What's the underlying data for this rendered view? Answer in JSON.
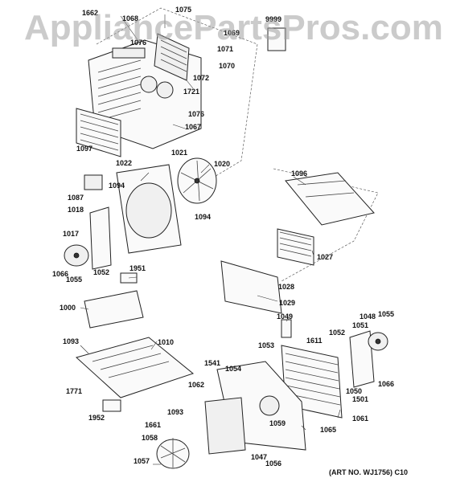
{
  "watermark": "AppliancePartsPros.com",
  "art_number": "(ART NO. WJ1756) C10",
  "colors": {
    "line": "#222222",
    "background": "#ffffff",
    "watermark": "#a0a0a0"
  },
  "part_labels": [
    "1662",
    "1068",
    "1075",
    "9999",
    "1069",
    "1076",
    "1071",
    "1070",
    "1072",
    "1721",
    "1076",
    "1067",
    "1097",
    "1021",
    "1020",
    "1022",
    "1094",
    "1087",
    "1096",
    "1018",
    "1094",
    "1017",
    "1066",
    "1027",
    "1055",
    "1052",
    "1951",
    "1028",
    "1000",
    "1029",
    "1049",
    "1048",
    "1055",
    "1052",
    "1051",
    "1093",
    "1010",
    "1053",
    "1611",
    "1541",
    "1054",
    "1771",
    "1062",
    "1050",
    "1066",
    "1501",
    "1093",
    "1952",
    "1661",
    "1059",
    "1061",
    "1065",
    "1058",
    "1047",
    "1057",
    "1056"
  ]
}
